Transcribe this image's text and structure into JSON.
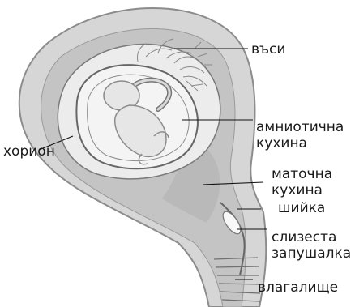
{
  "diagram": {
    "subject": "pregnant uterus cross-section",
    "labels": {
      "villi": "въси",
      "amniotic_cavity_1": "амниотична",
      "amniotic_cavity_2": "кухина",
      "chorion": "хорион",
      "uterine_cavity_1": "маточна",
      "uterine_cavity_2": "кухина",
      "cervix": "шийка",
      "mucus_plug_1": "слизеста",
      "mucus_plug_2": "запушалка",
      "vagina": "влагалище"
    },
    "colors": {
      "outer_wall": "#d6d6d6",
      "wall_edge": "#8c8c8c",
      "inner_tissue": "#b9b9b9",
      "cavity": "#ededed",
      "amnion_fill": "#f4f4f4",
      "embryo": "#e6e6e6",
      "vessels": "#9a9a9a",
      "text": "#1a1a1a"
    }
  }
}
